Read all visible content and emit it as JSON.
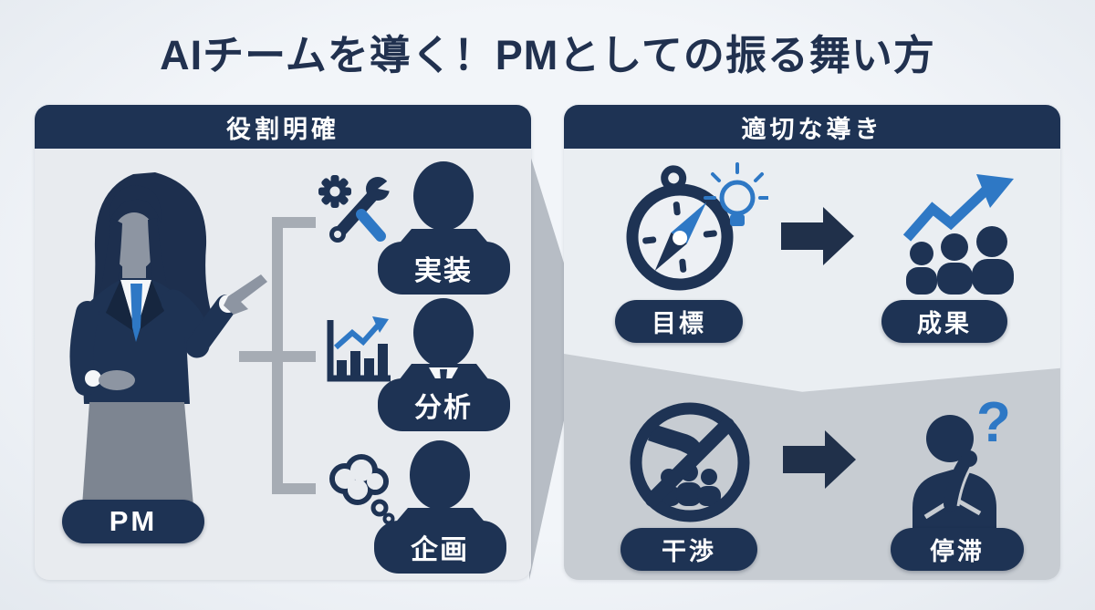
{
  "title": "AIチームを導く！PMとしての振る舞い方",
  "left_panel": {
    "header": "役割明確",
    "pm_label": "PM",
    "members": [
      {
        "label": "実装",
        "icon": "gear-wrench-icon"
      },
      {
        "label": "分析",
        "icon": "bar-chart-growth-icon"
      },
      {
        "label": "企画",
        "icon": "thought-bubble-icon"
      }
    ]
  },
  "right_panel": {
    "header": "適切な導き",
    "good_flow": {
      "from_label": "目標",
      "from_icon": "compass-lightbulb-icon",
      "arrow_icon": "right-arrow-icon",
      "to_label": "成果",
      "to_icon": "team-growth-icon"
    },
    "bad_flow": {
      "from_label": "干渉",
      "from_icon": "no-interference-icon",
      "arrow_icon": "right-arrow-icon",
      "to_label": "停滞",
      "to_icon": "thinking-question-icon",
      "question_mark": "?"
    }
  },
  "colors": {
    "navy": "#1e3354",
    "accent_blue": "#2e78c5",
    "page_bg": "#eef2f7",
    "panel_bg": "#e9edf1",
    "bad_section_bg": "#c7ccd2",
    "arrow_dark": "#20304a",
    "bracket_gray": "#a6acb4"
  }
}
